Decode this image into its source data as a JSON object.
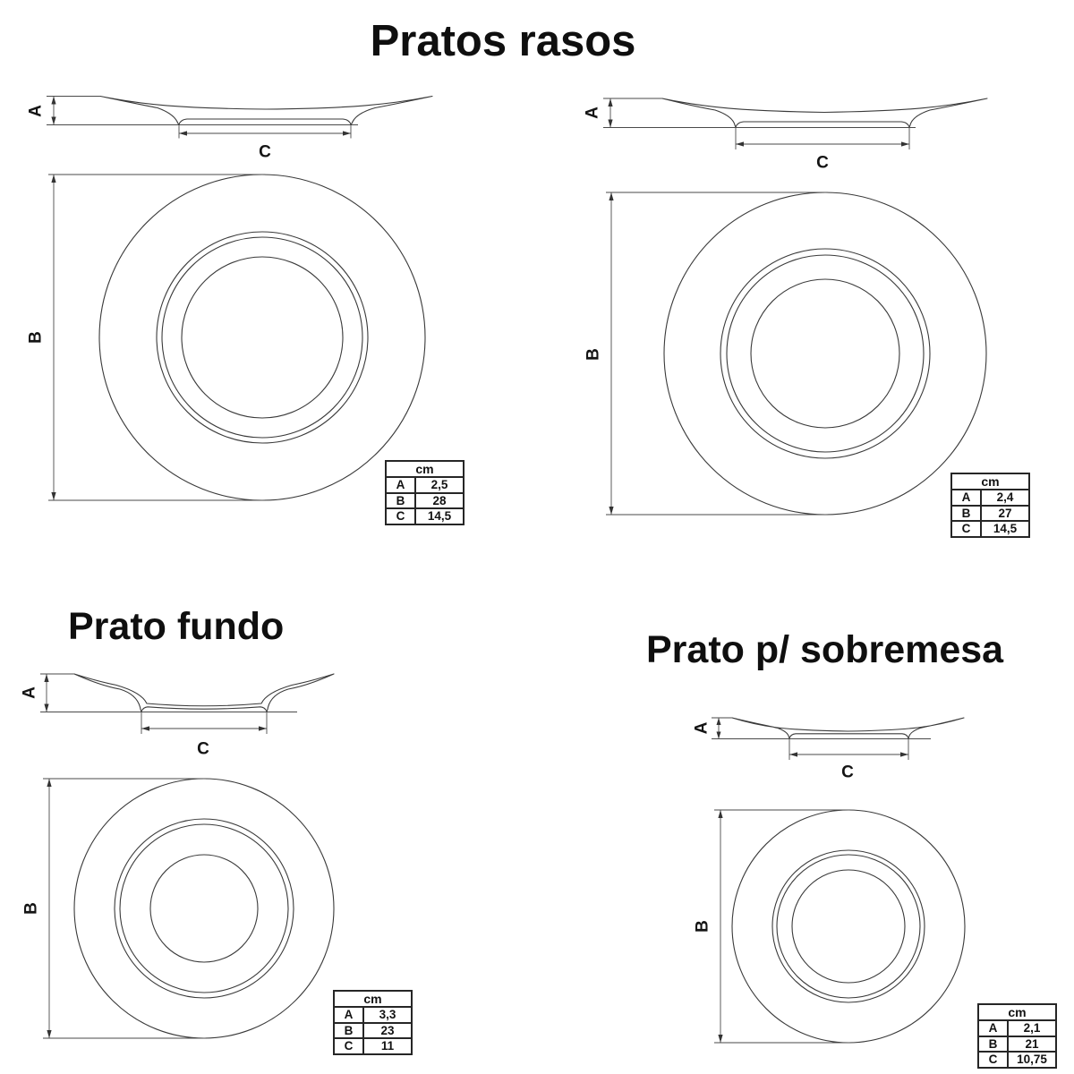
{
  "colors": {
    "background": "#ffffff",
    "line": "#3a3a3a",
    "text": "#141414"
  },
  "sections": {
    "rasos": {
      "title": "Pratos rasos"
    },
    "fundo": {
      "title": "Prato fundo"
    },
    "sobremesa": {
      "title": "Prato p/ sobremesa"
    }
  },
  "dimension_labels": {
    "a": "A",
    "b": "B",
    "c": "C"
  },
  "plates": [
    {
      "table": {
        "unit": "cm",
        "rows": [
          {
            "key": "A",
            "value": "2,5"
          },
          {
            "key": "B",
            "value": "28"
          },
          {
            "key": "C",
            "value": "14,5"
          }
        ]
      }
    },
    {
      "table": {
        "unit": "cm",
        "rows": [
          {
            "key": "A",
            "value": "2,4"
          },
          {
            "key": "B",
            "value": "27"
          },
          {
            "key": "C",
            "value": "14,5"
          }
        ]
      }
    },
    {
      "table": {
        "unit": "cm",
        "rows": [
          {
            "key": "A",
            "value": "3,3"
          },
          {
            "key": "B",
            "value": "23"
          },
          {
            "key": "C",
            "value": "11"
          }
        ]
      }
    },
    {
      "table": {
        "unit": "cm",
        "rows": [
          {
            "key": "A",
            "value": "2,1"
          },
          {
            "key": "B",
            "value": "21"
          },
          {
            "key": "C",
            "value": "10,75"
          }
        ]
      }
    }
  ]
}
